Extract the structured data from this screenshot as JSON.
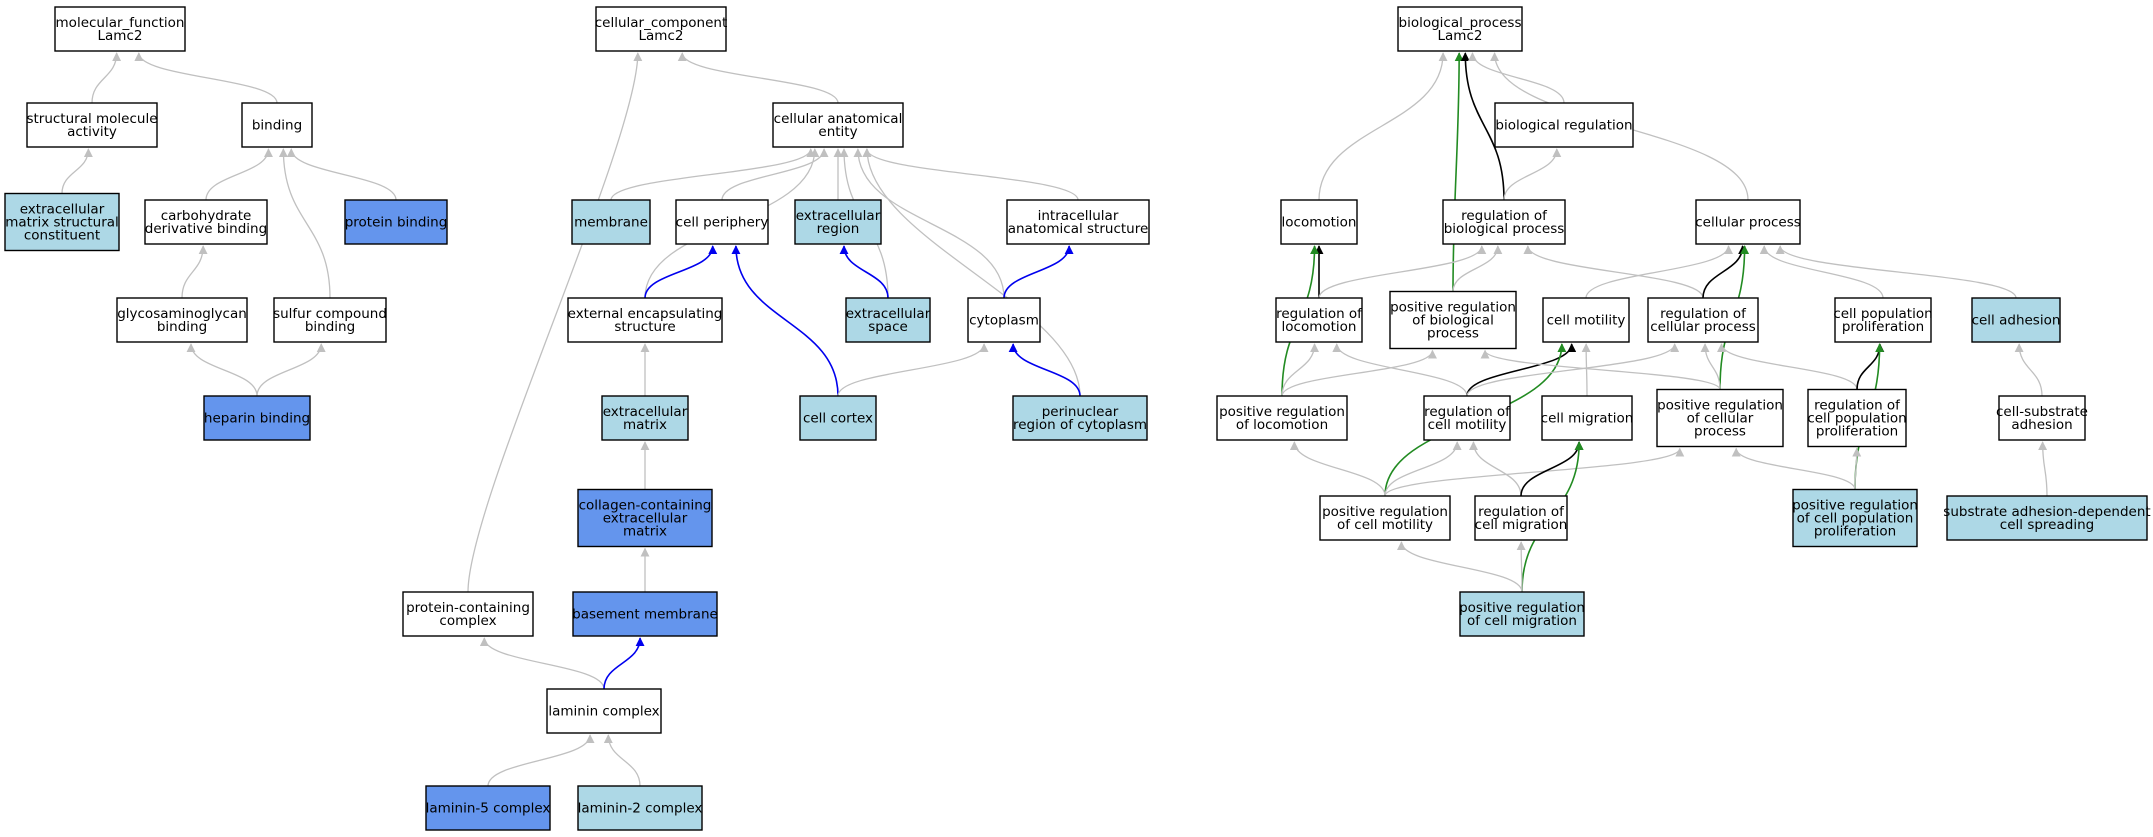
{
  "colors": {
    "plain": "#ffffff",
    "light": "#add8e6",
    "medium": "#6495ed",
    "edge_is_a": "#c0c0c0",
    "edge_part_of": "#0000ee",
    "edge_regulates": "#000000",
    "edge_positively_regulates": "#228b22"
  },
  "nodes": [
    {
      "id": "mf",
      "lines": [
        "molecular_function",
        "Lamc2"
      ],
      "fill": "plain"
    },
    {
      "id": "sma",
      "lines": [
        "structural molecule",
        "activity"
      ],
      "fill": "plain"
    },
    {
      "id": "binding",
      "lines": [
        "binding"
      ],
      "fill": "plain"
    },
    {
      "id": "emsc",
      "lines": [
        "extracellular",
        "matrix structural",
        "constituent"
      ],
      "fill": "light"
    },
    {
      "id": "cdb",
      "lines": [
        "carbohydrate",
        "derivative binding"
      ],
      "fill": "plain"
    },
    {
      "id": "pb",
      "lines": [
        "protein binding"
      ],
      "fill": "medium"
    },
    {
      "id": "gagb",
      "lines": [
        "glycosaminoglycan",
        "binding"
      ],
      "fill": "plain"
    },
    {
      "id": "scb",
      "lines": [
        "sulfur compound",
        "binding"
      ],
      "fill": "plain"
    },
    {
      "id": "hb",
      "lines": [
        "heparin binding"
      ],
      "fill": "medium"
    },
    {
      "id": "cc",
      "lines": [
        "cellular_component",
        "Lamc2"
      ],
      "fill": "plain"
    },
    {
      "id": "cae",
      "lines": [
        "cellular anatomical",
        "entity"
      ],
      "fill": "plain"
    },
    {
      "id": "membrane",
      "lines": [
        "membrane"
      ],
      "fill": "light"
    },
    {
      "id": "cp",
      "lines": [
        "cell periphery"
      ],
      "fill": "plain"
    },
    {
      "id": "er",
      "lines": [
        "extracellular",
        "region"
      ],
      "fill": "light"
    },
    {
      "id": "ias",
      "lines": [
        "intracellular",
        "anatomical structure"
      ],
      "fill": "plain"
    },
    {
      "id": "ees",
      "lines": [
        "external encapsulating",
        "structure"
      ],
      "fill": "plain"
    },
    {
      "id": "es",
      "lines": [
        "extracellular",
        "space"
      ],
      "fill": "light"
    },
    {
      "id": "cyto",
      "lines": [
        "cytoplasm"
      ],
      "fill": "plain"
    },
    {
      "id": "ecm",
      "lines": [
        "extracellular",
        "matrix"
      ],
      "fill": "light"
    },
    {
      "id": "ccortex",
      "lines": [
        "cell cortex"
      ],
      "fill": "light"
    },
    {
      "id": "prc",
      "lines": [
        "perinuclear",
        "region of cytoplasm"
      ],
      "fill": "light"
    },
    {
      "id": "ccecm",
      "lines": [
        "collagen-containing",
        "extracellular",
        "matrix"
      ],
      "fill": "medium"
    },
    {
      "id": "pcc",
      "lines": [
        "protein-containing",
        "complex"
      ],
      "fill": "plain"
    },
    {
      "id": "bm",
      "lines": [
        "basement membrane"
      ],
      "fill": "medium"
    },
    {
      "id": "lc",
      "lines": [
        "laminin complex"
      ],
      "fill": "plain"
    },
    {
      "id": "l5",
      "lines": [
        "laminin-5 complex"
      ],
      "fill": "medium"
    },
    {
      "id": "l2",
      "lines": [
        "laminin-2 complex"
      ],
      "fill": "light"
    },
    {
      "id": "bp",
      "lines": [
        "biological_process",
        "Lamc2"
      ],
      "fill": "plain"
    },
    {
      "id": "breg",
      "lines": [
        "biological regulation"
      ],
      "fill": "plain"
    },
    {
      "id": "loco",
      "lines": [
        "locomotion"
      ],
      "fill": "plain"
    },
    {
      "id": "rbp",
      "lines": [
        "regulation of",
        "biological process"
      ],
      "fill": "plain"
    },
    {
      "id": "cproc",
      "lines": [
        "cellular process"
      ],
      "fill": "plain"
    },
    {
      "id": "rloco",
      "lines": [
        "regulation of",
        "locomotion"
      ],
      "fill": "plain"
    },
    {
      "id": "prbp",
      "lines": [
        "positive regulation",
        "of biological",
        "process"
      ],
      "fill": "plain"
    },
    {
      "id": "cmot",
      "lines": [
        "cell motility"
      ],
      "fill": "plain"
    },
    {
      "id": "rcp",
      "lines": [
        "regulation of",
        "cellular process"
      ],
      "fill": "plain"
    },
    {
      "id": "cpp",
      "lines": [
        "cell population",
        "proliferation"
      ],
      "fill": "plain"
    },
    {
      "id": "cadh",
      "lines": [
        "cell adhesion"
      ],
      "fill": "light"
    },
    {
      "id": "prloco",
      "lines": [
        "positive regulation",
        "of locomotion"
      ],
      "fill": "plain"
    },
    {
      "id": "rcm",
      "lines": [
        "regulation of",
        "cell motility"
      ],
      "fill": "plain"
    },
    {
      "id": "cmig",
      "lines": [
        "cell migration"
      ],
      "fill": "plain"
    },
    {
      "id": "prcp",
      "lines": [
        "positive regulation",
        "of cellular",
        "process"
      ],
      "fill": "plain"
    },
    {
      "id": "rcpp",
      "lines": [
        "regulation of",
        "cell population",
        "proliferation"
      ],
      "fill": "plain"
    },
    {
      "id": "csa",
      "lines": [
        "cell-substrate",
        "adhesion"
      ],
      "fill": "plain"
    },
    {
      "id": "prcm",
      "lines": [
        "positive regulation",
        "of cell motility"
      ],
      "fill": "plain"
    },
    {
      "id": "rcmig",
      "lines": [
        "regulation of",
        "cell migration"
      ],
      "fill": "plain"
    },
    {
      "id": "prcpp",
      "lines": [
        "positive regulation",
        "of cell population",
        "proliferation"
      ],
      "fill": "light"
    },
    {
      "id": "sadcs",
      "lines": [
        "substrate adhesion-dependent",
        "cell spreading"
      ],
      "fill": "light"
    },
    {
      "id": "prcmig",
      "lines": [
        "positive regulation",
        "of cell migration"
      ],
      "fill": "light"
    }
  ],
  "edges": [
    {
      "from": "sma",
      "to": "mf",
      "type": "edge_is_a"
    },
    {
      "from": "binding",
      "to": "mf",
      "type": "edge_is_a"
    },
    {
      "from": "emsc",
      "to": "sma",
      "type": "edge_is_a"
    },
    {
      "from": "cdb",
      "to": "binding",
      "type": "edge_is_a"
    },
    {
      "from": "pb",
      "to": "binding",
      "type": "edge_is_a"
    },
    {
      "from": "scb",
      "to": "binding",
      "type": "edge_is_a"
    },
    {
      "from": "gagb",
      "to": "cdb",
      "type": "edge_is_a"
    },
    {
      "from": "hb",
      "to": "gagb",
      "type": "edge_is_a"
    },
    {
      "from": "hb",
      "to": "scb",
      "type": "edge_is_a"
    },
    {
      "from": "cae",
      "to": "cc",
      "type": "edge_is_a"
    },
    {
      "from": "pcc",
      "to": "cc",
      "type": "edge_is_a"
    },
    {
      "from": "membrane",
      "to": "cae",
      "type": "edge_is_a"
    },
    {
      "from": "cp",
      "to": "cae",
      "type": "edge_is_a"
    },
    {
      "from": "er",
      "to": "cae",
      "type": "edge_is_a"
    },
    {
      "from": "ias",
      "to": "cae",
      "type": "edge_is_a"
    },
    {
      "from": "ees",
      "to": "cae",
      "type": "edge_is_a"
    },
    {
      "from": "es",
      "to": "cae",
      "type": "edge_is_a"
    },
    {
      "from": "cyto",
      "to": "cae",
      "type": "edge_is_a"
    },
    {
      "from": "prc",
      "to": "cae",
      "type": "edge_is_a"
    },
    {
      "from": "ees",
      "to": "cp",
      "type": "edge_part_of"
    },
    {
      "from": "ccortex",
      "to": "cp",
      "type": "edge_part_of"
    },
    {
      "from": "es",
      "to": "er",
      "type": "edge_part_of"
    },
    {
      "from": "cyto",
      "to": "ias",
      "type": "edge_part_of"
    },
    {
      "from": "ecm",
      "to": "ees",
      "type": "edge_is_a"
    },
    {
      "from": "ccortex",
      "to": "cyto",
      "type": "edge_is_a"
    },
    {
      "from": "prc",
      "to": "cyto",
      "type": "edge_part_of"
    },
    {
      "from": "ccecm",
      "to": "ecm",
      "type": "edge_is_a"
    },
    {
      "from": "bm",
      "to": "ccecm",
      "type": "edge_is_a"
    },
    {
      "from": "lc",
      "to": "pcc",
      "type": "edge_is_a"
    },
    {
      "from": "lc",
      "to": "bm",
      "type": "edge_part_of"
    },
    {
      "from": "l5",
      "to": "lc",
      "type": "edge_is_a"
    },
    {
      "from": "l2",
      "to": "lc",
      "type": "edge_is_a"
    },
    {
      "from": "loco",
      "to": "bp",
      "type": "edge_is_a"
    },
    {
      "from": "prbp",
      "to": "bp",
      "type": "edge_positively_regulates"
    },
    {
      "from": "rbp",
      "to": "bp",
      "type": "edge_regulates"
    },
    {
      "from": "breg",
      "to": "bp",
      "type": "edge_is_a"
    },
    {
      "from": "cproc",
      "to": "bp",
      "type": "edge_is_a"
    },
    {
      "from": "rbp",
      "to": "breg",
      "type": "edge_is_a"
    },
    {
      "from": "rloco",
      "to": "loco",
      "type": "edge_regulates"
    },
    {
      "from": "prloco",
      "to": "loco",
      "type": "edge_positively_regulates"
    },
    {
      "from": "rloco",
      "to": "rbp",
      "type": "edge_is_a"
    },
    {
      "from": "prbp",
      "to": "rbp",
      "type": "edge_is_a"
    },
    {
      "from": "rcp",
      "to": "rbp",
      "type": "edge_is_a"
    },
    {
      "from": "cmot",
      "to": "cproc",
      "type": "edge_is_a"
    },
    {
      "from": "rcp",
      "to": "cproc",
      "type": "edge_regulates"
    },
    {
      "from": "prcp",
      "to": "cproc",
      "type": "edge_positively_regulates"
    },
    {
      "from": "cpp",
      "to": "cproc",
      "type": "edge_is_a"
    },
    {
      "from": "cadh",
      "to": "cproc",
      "type": "edge_is_a"
    },
    {
      "from": "prloco",
      "to": "rloco",
      "type": "edge_is_a"
    },
    {
      "from": "prloco",
      "to": "prbp",
      "type": "edge_is_a"
    },
    {
      "from": "rcm",
      "to": "rloco",
      "type": "edge_is_a"
    },
    {
      "from": "rcm",
      "to": "cmot",
      "type": "edge_regulates"
    },
    {
      "from": "prcm",
      "to": "cmot",
      "type": "edge_positively_regulates"
    },
    {
      "from": "cmig",
      "to": "cmot",
      "type": "edge_is_a"
    },
    {
      "from": "rcm",
      "to": "rcp",
      "type": "edge_is_a"
    },
    {
      "from": "prcp",
      "to": "rcp",
      "type": "edge_is_a"
    },
    {
      "from": "prcp",
      "to": "prbp",
      "type": "edge_is_a"
    },
    {
      "from": "rcpp",
      "to": "rcp",
      "type": "edge_is_a"
    },
    {
      "from": "rcpp",
      "to": "cpp",
      "type": "edge_regulates"
    },
    {
      "from": "prcpp",
      "to": "cpp",
      "type": "edge_positively_regulates"
    },
    {
      "from": "csa",
      "to": "cadh",
      "type": "edge_is_a"
    },
    {
      "from": "prcm",
      "to": "prloco",
      "type": "edge_is_a"
    },
    {
      "from": "prcm",
      "to": "rcm",
      "type": "edge_is_a"
    },
    {
      "from": "prcm",
      "to": "prcp",
      "type": "edge_is_a"
    },
    {
      "from": "rcmig",
      "to": "rcm",
      "type": "edge_is_a"
    },
    {
      "from": "rcmig",
      "to": "cmig",
      "type": "edge_regulates"
    },
    {
      "from": "prcmig",
      "to": "cmig",
      "type": "edge_positively_regulates"
    },
    {
      "from": "prcmig",
      "to": "prcm",
      "type": "edge_is_a"
    },
    {
      "from": "prcmig",
      "to": "rcmig",
      "type": "edge_is_a"
    },
    {
      "from": "prcpp",
      "to": "rcpp",
      "type": "edge_is_a"
    },
    {
      "from": "prcpp",
      "to": "prcp",
      "type": "edge_is_a"
    },
    {
      "from": "sadcs",
      "to": "csa",
      "type": "edge_is_a"
    }
  ]
}
